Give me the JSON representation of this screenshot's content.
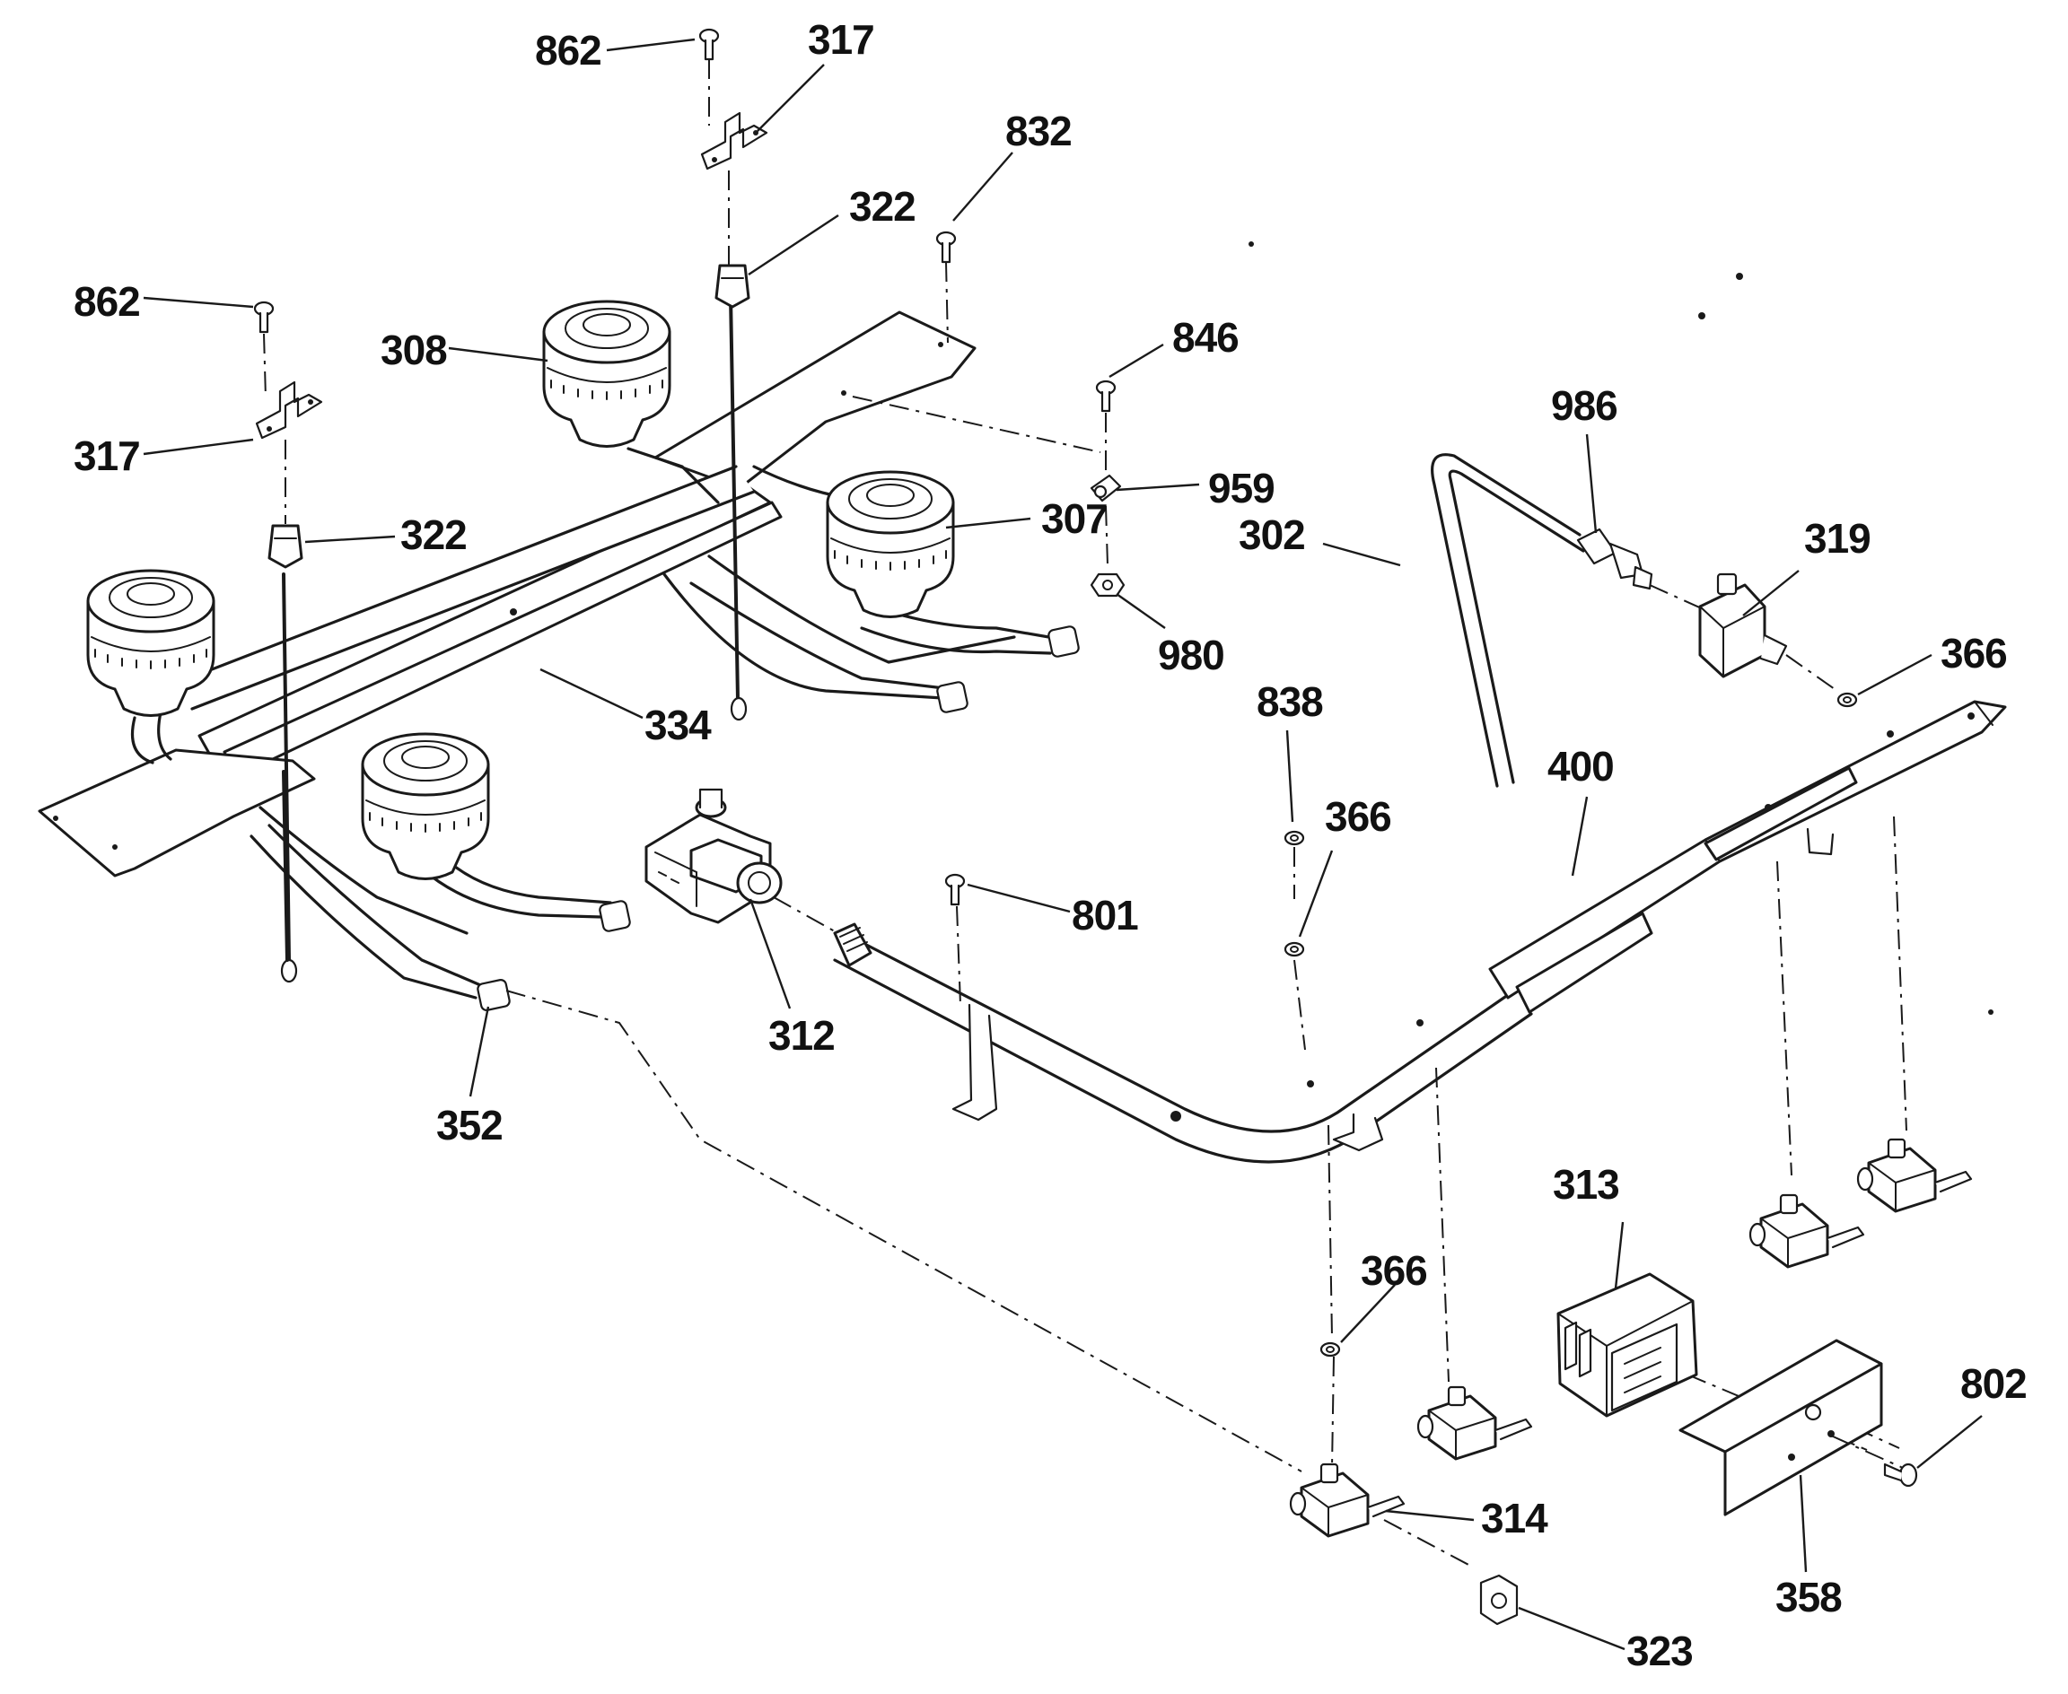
{
  "labels": [
    {
      "id": "lbl-862-top",
      "text": "862"
    },
    {
      "id": "lbl-317-top",
      "text": "317"
    },
    {
      "id": "lbl-832",
      "text": "832"
    },
    {
      "id": "lbl-322-top",
      "text": "322"
    },
    {
      "id": "lbl-862-left",
      "text": "862"
    },
    {
      "id": "lbl-308",
      "text": "308"
    },
    {
      "id": "lbl-846",
      "text": "846"
    },
    {
      "id": "lbl-317-left",
      "text": "317"
    },
    {
      "id": "lbl-959",
      "text": "959"
    },
    {
      "id": "lbl-986",
      "text": "986"
    },
    {
      "id": "lbl-322-left",
      "text": "322"
    },
    {
      "id": "lbl-307",
      "text": "307"
    },
    {
      "id": "lbl-302",
      "text": "302"
    },
    {
      "id": "lbl-319",
      "text": "319"
    },
    {
      "id": "lbl-980",
      "text": "980"
    },
    {
      "id": "lbl-366-right",
      "text": "366"
    },
    {
      "id": "lbl-838",
      "text": "838"
    },
    {
      "id": "lbl-334",
      "text": "334"
    },
    {
      "id": "lbl-400",
      "text": "400"
    },
    {
      "id": "lbl-366-mid",
      "text": "366"
    },
    {
      "id": "lbl-801",
      "text": "801"
    },
    {
      "id": "lbl-312",
      "text": "312"
    },
    {
      "id": "lbl-352",
      "text": "352"
    },
    {
      "id": "lbl-313",
      "text": "313"
    },
    {
      "id": "lbl-366-low",
      "text": "366"
    },
    {
      "id": "lbl-802",
      "text": "802"
    },
    {
      "id": "lbl-314",
      "text": "314"
    },
    {
      "id": "lbl-358",
      "text": "358"
    },
    {
      "id": "lbl-323",
      "text": "323"
    }
  ]
}
